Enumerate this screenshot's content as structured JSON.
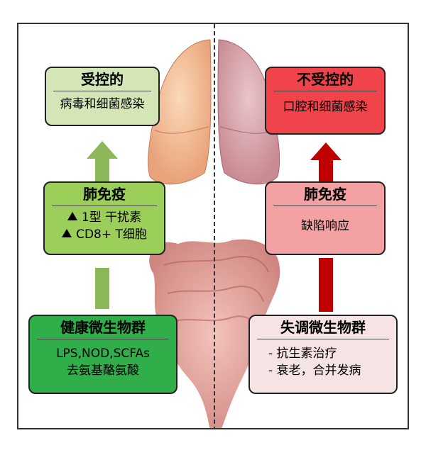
{
  "left": {
    "top_box": {
      "title": "受控的",
      "lines": [
        "病毒和细菌感染"
      ],
      "color": "#d4e6b5"
    },
    "mid_box": {
      "title": "肺免疫",
      "lines": [
        "1型 干扰素",
        "CD8+ T细胞"
      ],
      "color": "#9ccf5a"
    },
    "bottom_box": {
      "title": "健康微生物群",
      "lines": [
        "LPS,NOD,SCFAs",
        "去氨基酪氨酸"
      ],
      "color": "#2fae4a"
    },
    "arrow_color": "#8db85a"
  },
  "right": {
    "top_box": {
      "title": "不受控的",
      "lines": [
        "口腔和细菌感染"
      ],
      "color": "#f0434a"
    },
    "mid_box": {
      "title": "肺免疫",
      "lines": [
        "缺陷响应"
      ],
      "color": "#f4a1a3"
    },
    "bottom_box": {
      "title": "失调微生物群",
      "lines": [
        "- 抗生素治疗",
        "- 衰老，合并发病"
      ],
      "color": "#f6e3e3"
    },
    "arrow_color": "#c00000"
  }
}
